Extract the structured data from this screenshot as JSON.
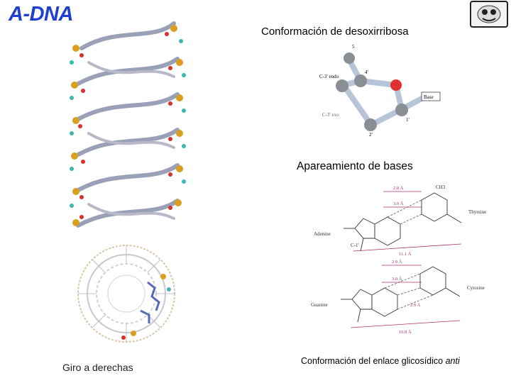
{
  "title": "A-DNA",
  "captions": {
    "sugar": "Conformación de desoxirribosa",
    "pairing": "Apareamiento de bases",
    "twist": "Giro a  derechas",
    "glyco_prefix": "Conformación del enlace glicosídico ",
    "glyco_emph": "anti"
  },
  "sugar_diagram": {
    "atom_5": "5",
    "atom_4": "4'",
    "atom_1": "1'",
    "atom_2": "2'",
    "c3_endo": "C-3' endo",
    "c3_exo": "C-3' exo",
    "base": "Base"
  },
  "pair_diagram": {
    "thymine": "Thymine",
    "adenine": "Adenine",
    "cytosine": "Cytosine",
    "guanine": "Guanine",
    "dist_top_at": "2.8 Å",
    "dist_mid_at": "3.0 Å",
    "dist_long_at": "11.1 Å",
    "dist_top_gc": "2.9 Å",
    "dist_mid_gc": "3.0 Å",
    "dist_low_gc": "2.9 Å",
    "dist_long_gc": "10.8 Å",
    "ch3": "CH3",
    "c1": "C-1'"
  },
  "colors": {
    "title": "#1f3fd0",
    "atom_gray": "#8a8f96",
    "atom_red": "#e03030",
    "dimension": "#b03070"
  }
}
